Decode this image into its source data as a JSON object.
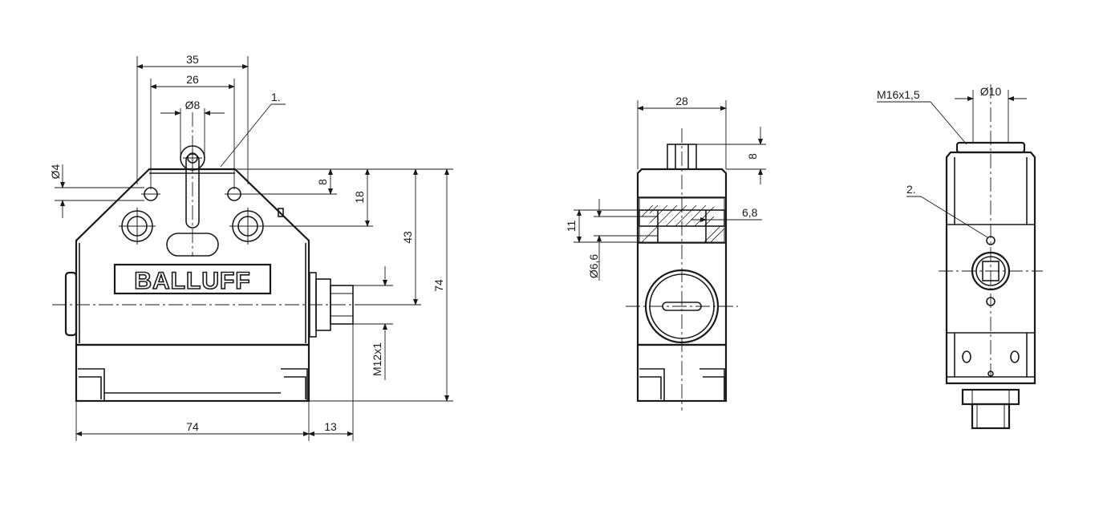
{
  "brand": {
    "logo_text": "BALLUFF"
  },
  "front_view": {
    "callout": "1.",
    "dimensions": {
      "width_35": "35",
      "width_26": "26",
      "roller_dia": "Ø8",
      "hole_dia": "Ø4",
      "height_8": "8",
      "height_18": "18",
      "height_43": "43",
      "height_74": "74",
      "thread": "M12x1",
      "width_74": "74",
      "width_13": "13"
    }
  },
  "side_view": {
    "dimensions": {
      "width_28": "28",
      "height_8": "8",
      "height_11": "11",
      "counterbore_6_8": "6,8",
      "hole_dia_6_6": "Ø6,6"
    }
  },
  "rear_view": {
    "callout": "2.",
    "dimensions": {
      "thread_m16": "M16x1,5",
      "dia_10": "Ø10"
    }
  }
}
